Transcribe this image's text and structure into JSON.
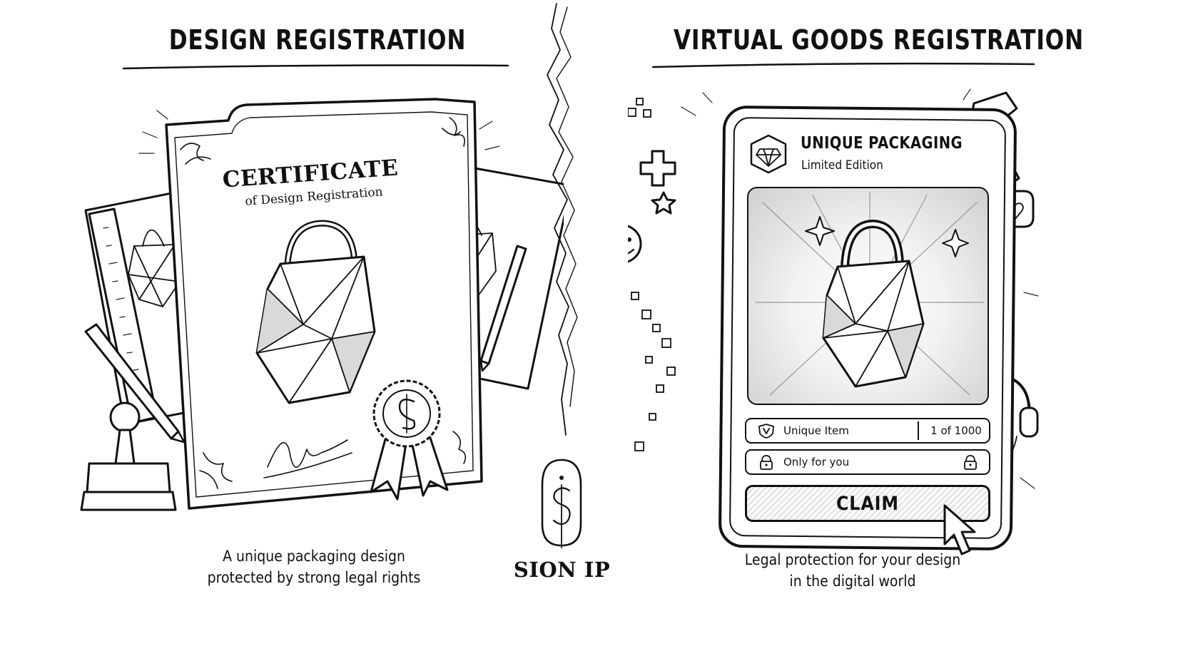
{
  "left": {
    "heading": "DESIGN REGISTRATION",
    "certificate_title": "CERTIFICATE",
    "certificate_subtitle": "of Design Registration",
    "caption_line1": "A unique packaging design",
    "caption_line2": "protected by strong legal rights"
  },
  "right": {
    "heading": "VIRTUAL GOODS REGISTRATION",
    "card_title": "UNIQUE PACKAGING",
    "card_subtitle": "Limited Edition",
    "unique_item_label": "Unique Item",
    "edition_count": "1 of 1000",
    "only_for_you_label": "Only for you",
    "claim_label": "CLAIM",
    "caption_line1": "Legal protection for your design",
    "caption_line2": "in the digital world"
  },
  "brand": {
    "name": "SION IP"
  },
  "icons": {
    "gem": "gem-icon",
    "lock": "lock-icon",
    "pointer": "cursor-icon",
    "seal": "rosette-seal-icon",
    "smiley": "smiley-icon",
    "heart": "heart-bubble-icon",
    "shield": "shield-star-icon",
    "headphones": "headphones-icon",
    "stamp": "rubber-stamp-icon",
    "pencil": "pencil-icon",
    "ruler": "ruler-icon"
  },
  "colors": {
    "ink": "#111111",
    "paper": "#ffffff",
    "shade": "#d9d9d9"
  }
}
